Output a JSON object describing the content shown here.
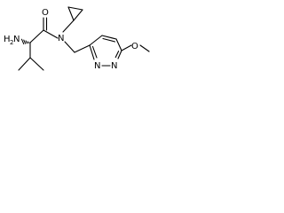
{
  "molecule": {
    "atoms": {
      "amine_symbol": "H",
      "amine_subscript": "2",
      "amine_n": "N",
      "carbonyl_o": "O",
      "amide_n": "N",
      "pyridazine_n1": "N",
      "pyridazine_n2": "N",
      "ether_o": "O"
    }
  }
}
